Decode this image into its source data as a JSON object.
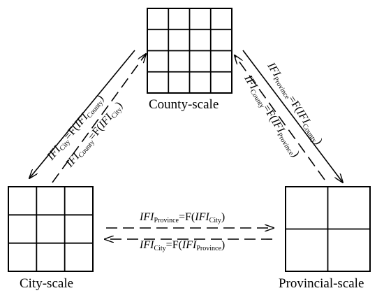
{
  "nodes": {
    "county": {
      "label": "County-scale",
      "grid": [
        4,
        4
      ]
    },
    "city": {
      "label": "City-scale",
      "grid": [
        3,
        3
      ]
    },
    "province": {
      "label": "Provincial-scale",
      "grid": [
        2,
        2
      ]
    }
  },
  "equations": {
    "city_from_county": {
      "lhs": "IFI",
      "lhs_sub": "City",
      "mid": "=F(",
      "rhs": "IFI",
      "rhs_sub": "County",
      "end": ")"
    },
    "county_from_city": {
      "lhs": "IFI",
      "lhs_sub": "County",
      "mid": "=F(",
      "rhs": "IFI",
      "rhs_sub": "City",
      "end": ")"
    },
    "province_from_county": {
      "lhs": "IFI",
      "lhs_sub": "Province",
      "mid": "=F(",
      "rhs": "IFI",
      "rhs_sub": "County",
      "end": ")"
    },
    "county_from_province": {
      "lhs": "IFI",
      "lhs_sub": "County",
      "mid": "=F(",
      "rhs": "IFI",
      "rhs_sub": "Province",
      "end": ")"
    },
    "province_from_city": {
      "lhs": "IFI",
      "lhs_sub": "Province",
      "mid": "=F(",
      "rhs": "IFI",
      "rhs_sub": "City",
      "end": ")"
    },
    "city_from_province": {
      "lhs": "IFI",
      "lhs_sub": "City",
      "mid": "=F(",
      "rhs": "IFI",
      "rhs_sub": "Province",
      "end": ")"
    }
  },
  "colors": {
    "stroke": "#000000",
    "background": "#ffffff"
  }
}
